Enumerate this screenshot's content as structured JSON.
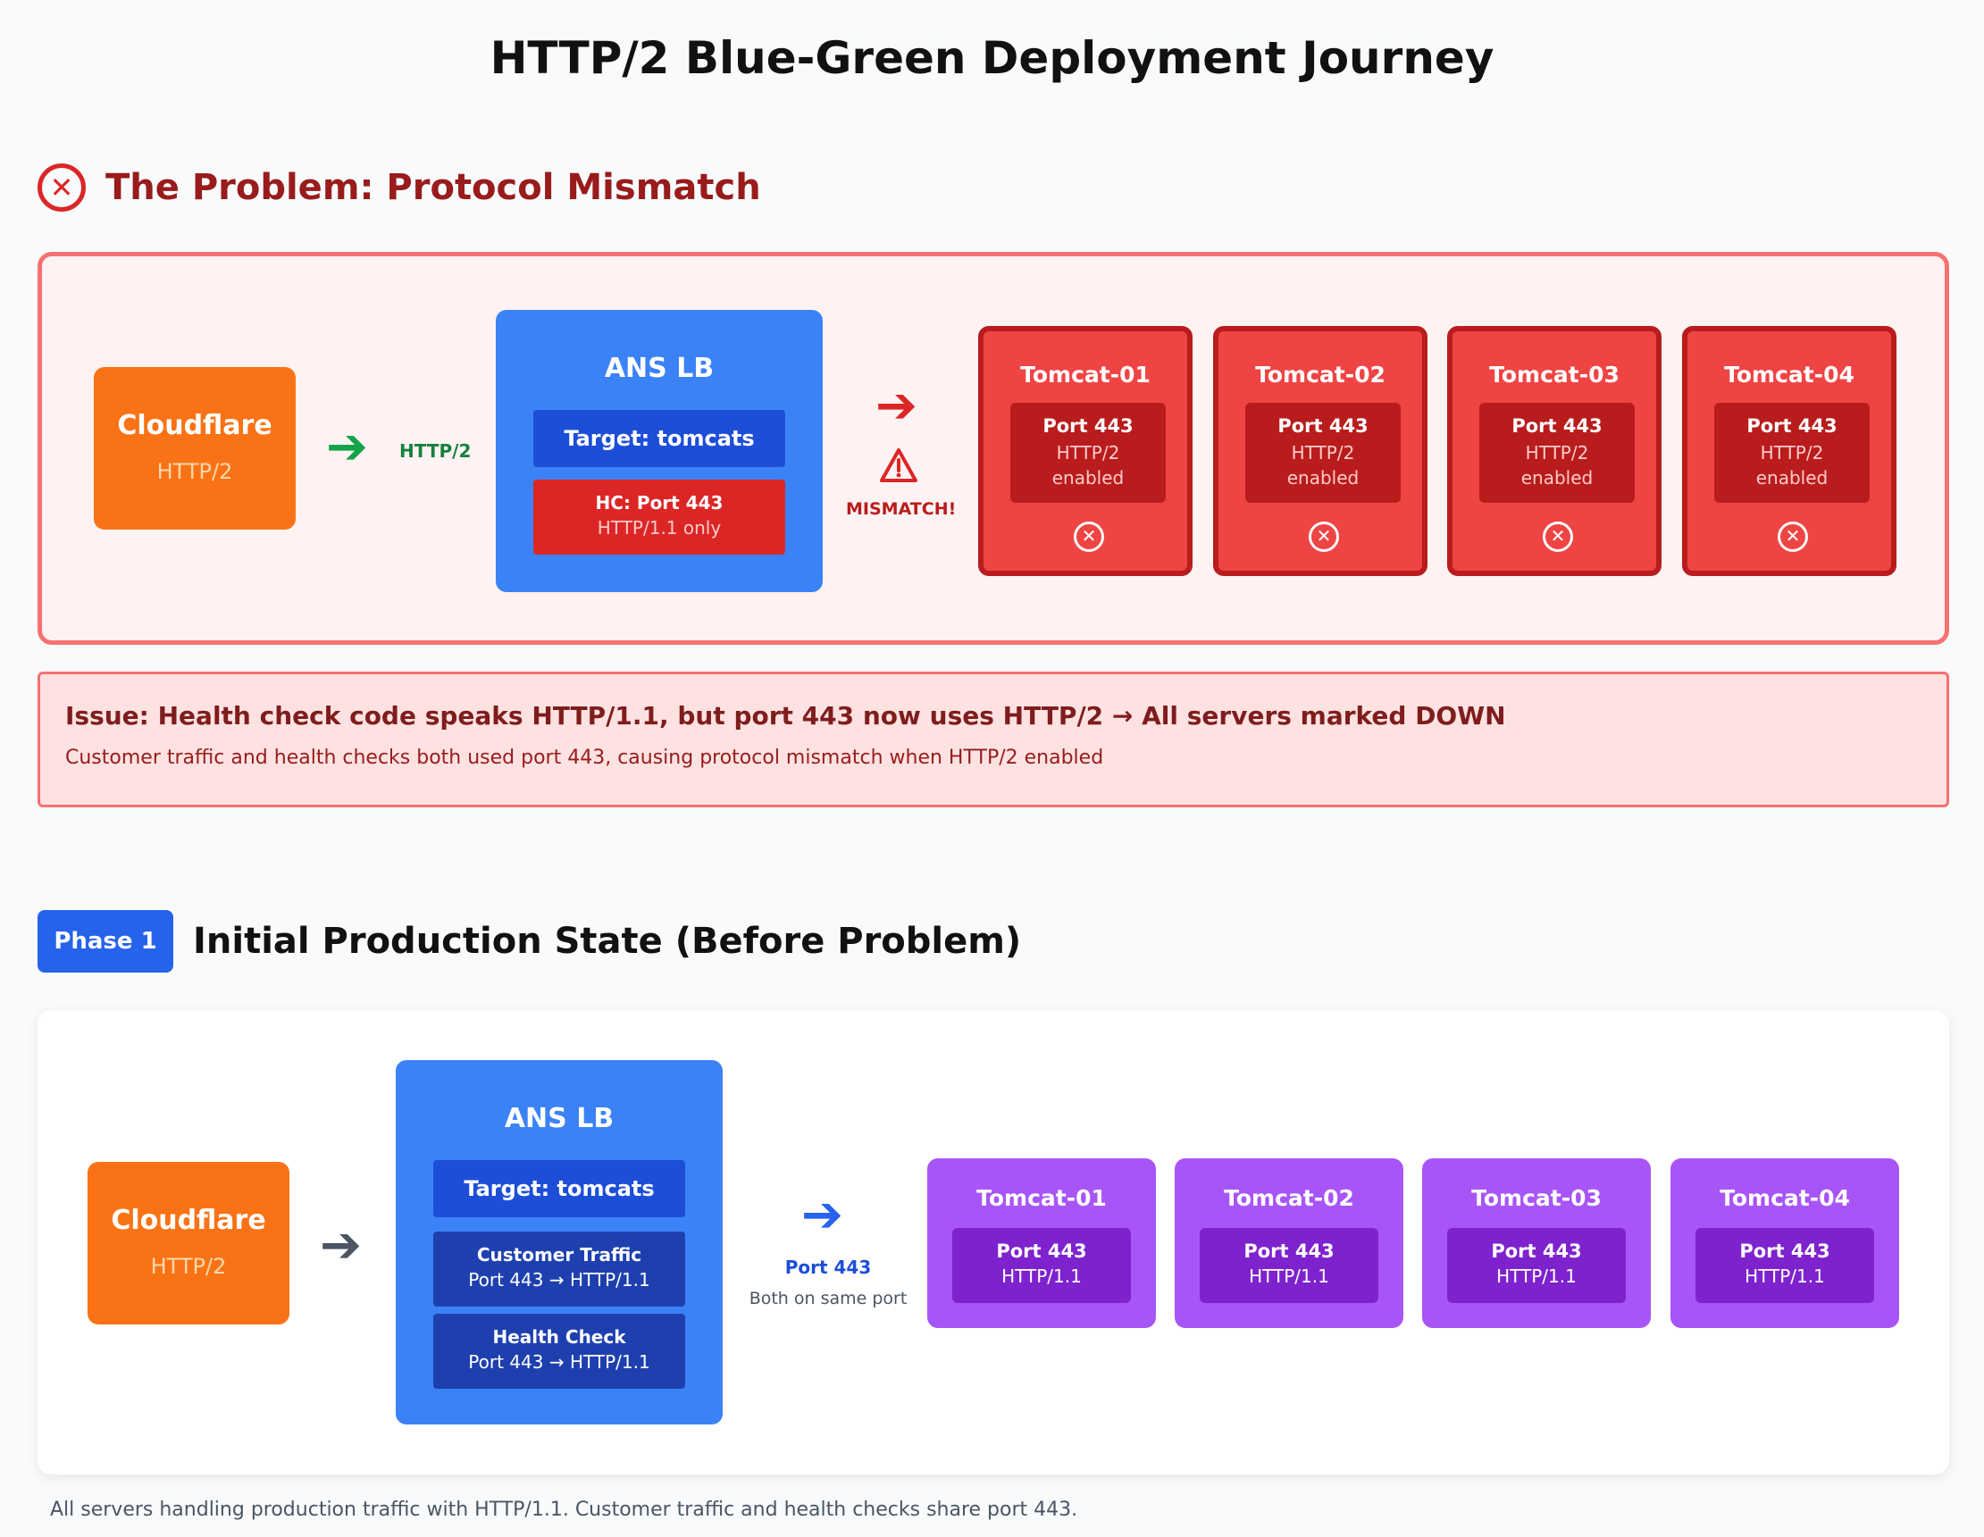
{
  "title": "HTTP/2 Blue-Green Deployment Journey",
  "problem": {
    "heading": "The Problem: Protocol Mismatch",
    "cloudflare": {
      "name": "Cloudflare",
      "protocol": "HTTP/2"
    },
    "edge_label": "HTTP/2",
    "lb": {
      "name": "ANS LB",
      "target": "Target: tomcats",
      "hc_title": "HC: Port 443",
      "hc_detail": "HTTP/1.1 only"
    },
    "mismatch_label": "MISMATCH!",
    "servers": [
      {
        "name": "Tomcat-01",
        "port": "Port 443",
        "protocol": "HTTP/2",
        "status": "enabled"
      },
      {
        "name": "Tomcat-02",
        "port": "Port 443",
        "protocol": "HTTP/2",
        "status": "enabled"
      },
      {
        "name": "Tomcat-03",
        "port": "Port 443",
        "protocol": "HTTP/2",
        "status": "enabled"
      },
      {
        "name": "Tomcat-04",
        "port": "Port 443",
        "protocol": "HTTP/2",
        "status": "enabled"
      }
    ],
    "issue_title": "Issue: Health check code speaks HTTP/1.1, but port 443 now uses HTTP/2 → All servers marked DOWN",
    "issue_detail": "Customer traffic and health checks both used port 443, causing protocol mismatch when HTTP/2 enabled"
  },
  "phase1": {
    "badge": "Phase 1",
    "heading": "Initial Production State (Before Problem)",
    "cloudflare": {
      "name": "Cloudflare",
      "protocol": "HTTP/2"
    },
    "lb": {
      "name": "ANS LB",
      "target": "Target: tomcats",
      "traffic_title": "Customer Traffic",
      "traffic_detail": "Port 443 → HTTP/1.1",
      "hc_title": "Health Check",
      "hc_detail": "Port 443 → HTTP/1.1"
    },
    "edge_label": "Port 443",
    "edge_sublabel": "Both on same port",
    "servers": [
      {
        "name": "Tomcat-01",
        "port": "Port 443",
        "protocol": "HTTP/1.1"
      },
      {
        "name": "Tomcat-02",
        "port": "Port 443",
        "protocol": "HTTP/1.1"
      },
      {
        "name": "Tomcat-03",
        "port": "Port 443",
        "protocol": "HTTP/1.1"
      },
      {
        "name": "Tomcat-04",
        "port": "Port 443",
        "protocol": "HTTP/1.1"
      }
    ],
    "footer": "All servers handling production traffic with HTTP/1.1. Customer traffic and health checks share port 443."
  },
  "colors": {
    "cloudflare": "#f97316",
    "lb": "#3b82f6",
    "error": "#ef4444",
    "phase1_server": "#a855f7",
    "ok_arrow": "#16a34a"
  }
}
